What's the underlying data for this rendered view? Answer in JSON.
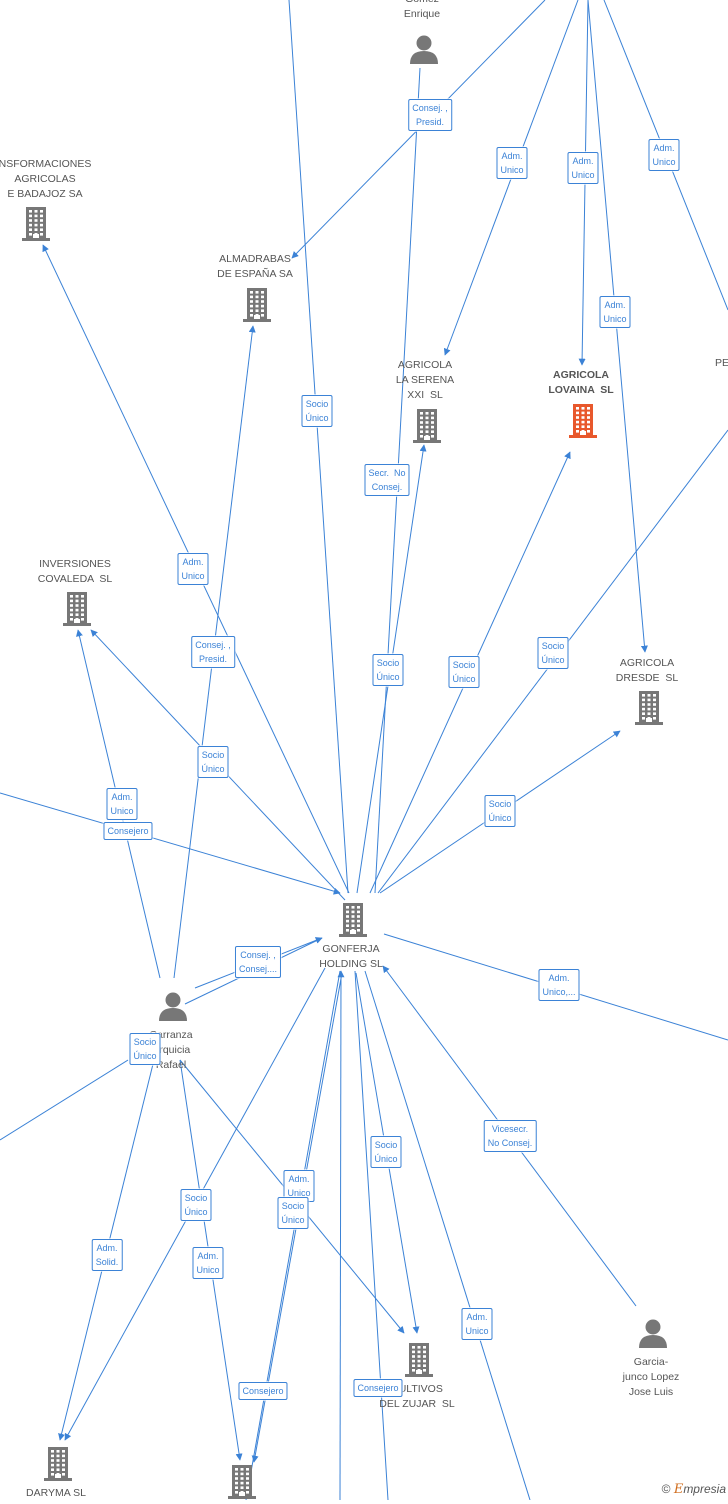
{
  "nodes": [
    {
      "id": "gomez",
      "type": "person",
      "label": "Gomez\nEnrique",
      "color": "#777777"
    },
    {
      "id": "transformaciones",
      "type": "company",
      "label": "NSFORMACIONES\nAGRICOLAS\nE BADAJOZ SA",
      "color": "#777777"
    },
    {
      "id": "almadrabas",
      "type": "company",
      "label": "ALMADRABAS\nDE ESPAÑA SA",
      "color": "#777777"
    },
    {
      "id": "serena",
      "type": "company",
      "label": "AGRICOLA\nLA SERENA\nXXI  SL",
      "color": "#777777"
    },
    {
      "id": "lovaina",
      "type": "company",
      "label": "AGRICOLA\nLOVAINA  SL",
      "color": "#e8582c",
      "highlight": true
    },
    {
      "id": "pe",
      "type": "company",
      "label": "PE",
      "color": "#777777"
    },
    {
      "id": "covaleda",
      "type": "company",
      "label": "INVERSIONES\nCOVALEDA  SL",
      "color": "#777777"
    },
    {
      "id": "dresde",
      "type": "company",
      "label": "AGRICOLA\nDRESDE  SL",
      "color": "#777777"
    },
    {
      "id": "gonferja",
      "type": "company",
      "label": "GONFERJA\nHOLDING SL",
      "color": "#777777"
    },
    {
      "id": "carranza",
      "type": "person",
      "label": "Carranza\nUrquicia\nRafael",
      "color": "#777777"
    },
    {
      "id": "cultivos",
      "type": "company",
      "label": "CULTIVOS\nDEL ZUJAR  SL",
      "color": "#777777"
    },
    {
      "id": "garcia",
      "type": "person",
      "label": "Garcia-\njunco Lopez\nJose Luis",
      "color": "#777777"
    },
    {
      "id": "daryma",
      "type": "company",
      "label": "DARYMA SL",
      "color": "#777777"
    },
    {
      "id": "bottom",
      "type": "company",
      "label": "",
      "color": "#777777"
    }
  ],
  "relations": [
    {
      "label": "Consej. ,\nPresid."
    },
    {
      "label": "Adm.\nUnico"
    },
    {
      "label": "Adm.\nUnico"
    },
    {
      "label": "Adm.\nUnico"
    },
    {
      "label": "Adm.\nUnico"
    },
    {
      "label": "Socio\nÚnico"
    },
    {
      "label": "Secr.  No\nConsej."
    },
    {
      "label": "Adm.\nUnico"
    },
    {
      "label": "Consej. ,\nPresid."
    },
    {
      "label": "Socio\nÚnico"
    },
    {
      "label": "Socio\nÚnico"
    },
    {
      "label": "Socio\nÚnico"
    },
    {
      "label": "Socio\nÚnico"
    },
    {
      "label": "Adm.\nUnico"
    },
    {
      "label": "Consejero"
    },
    {
      "label": "Socio\nÚnico"
    },
    {
      "label": "Consej. ,\nConsej...."
    },
    {
      "label": "Adm.\nUnico,..."
    },
    {
      "label": "Socio\nÚnico"
    },
    {
      "label": "Vicesecr.\nNo Consej."
    },
    {
      "label": "Socio\nÚnico"
    },
    {
      "label": "Adm.\nUnico"
    },
    {
      "label": "Socio\nÚnico"
    },
    {
      "label": "Adm.\nSolid."
    },
    {
      "label": "Socio\nÚnico"
    },
    {
      "label": "Adm.\nUnico"
    },
    {
      "label": "Adm.\nUnico"
    },
    {
      "label": "Consejero"
    },
    {
      "label": "Consejero"
    }
  ],
  "footer": {
    "copyright": "©",
    "brand_e": "E",
    "brand_rest": "mpresia"
  }
}
